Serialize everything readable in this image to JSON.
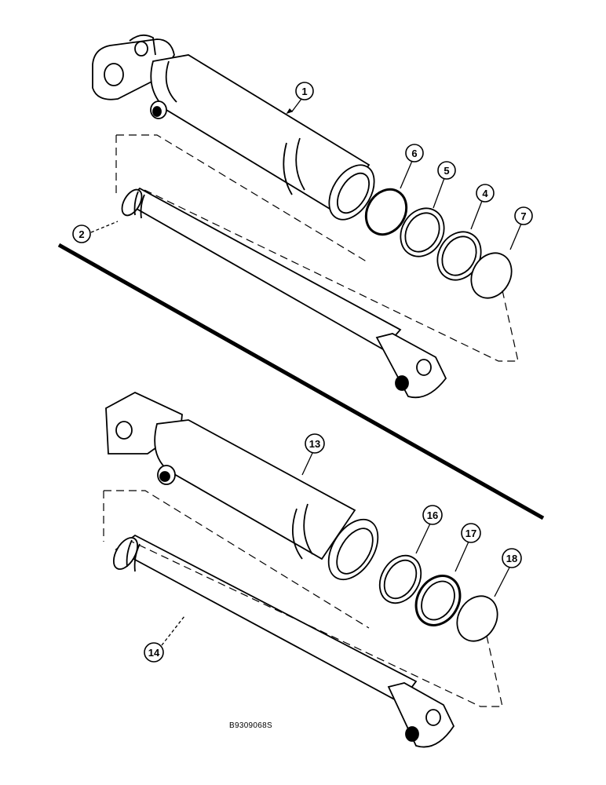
{
  "figure_code": "B9309068S",
  "callouts": [
    {
      "id": "1",
      "label": "1"
    },
    {
      "id": "2",
      "label": "2"
    },
    {
      "id": "4",
      "label": "4"
    },
    {
      "id": "5",
      "label": "5"
    },
    {
      "id": "6",
      "label": "6"
    },
    {
      "id": "7",
      "label": "7"
    },
    {
      "id": "13",
      "label": "13"
    },
    {
      "id": "14",
      "label": "14"
    },
    {
      "id": "16",
      "label": "16"
    },
    {
      "id": "17",
      "label": "17"
    },
    {
      "id": "18",
      "label": "18"
    }
  ],
  "colors": {
    "ink": "#000000",
    "paper": "#ffffff"
  }
}
